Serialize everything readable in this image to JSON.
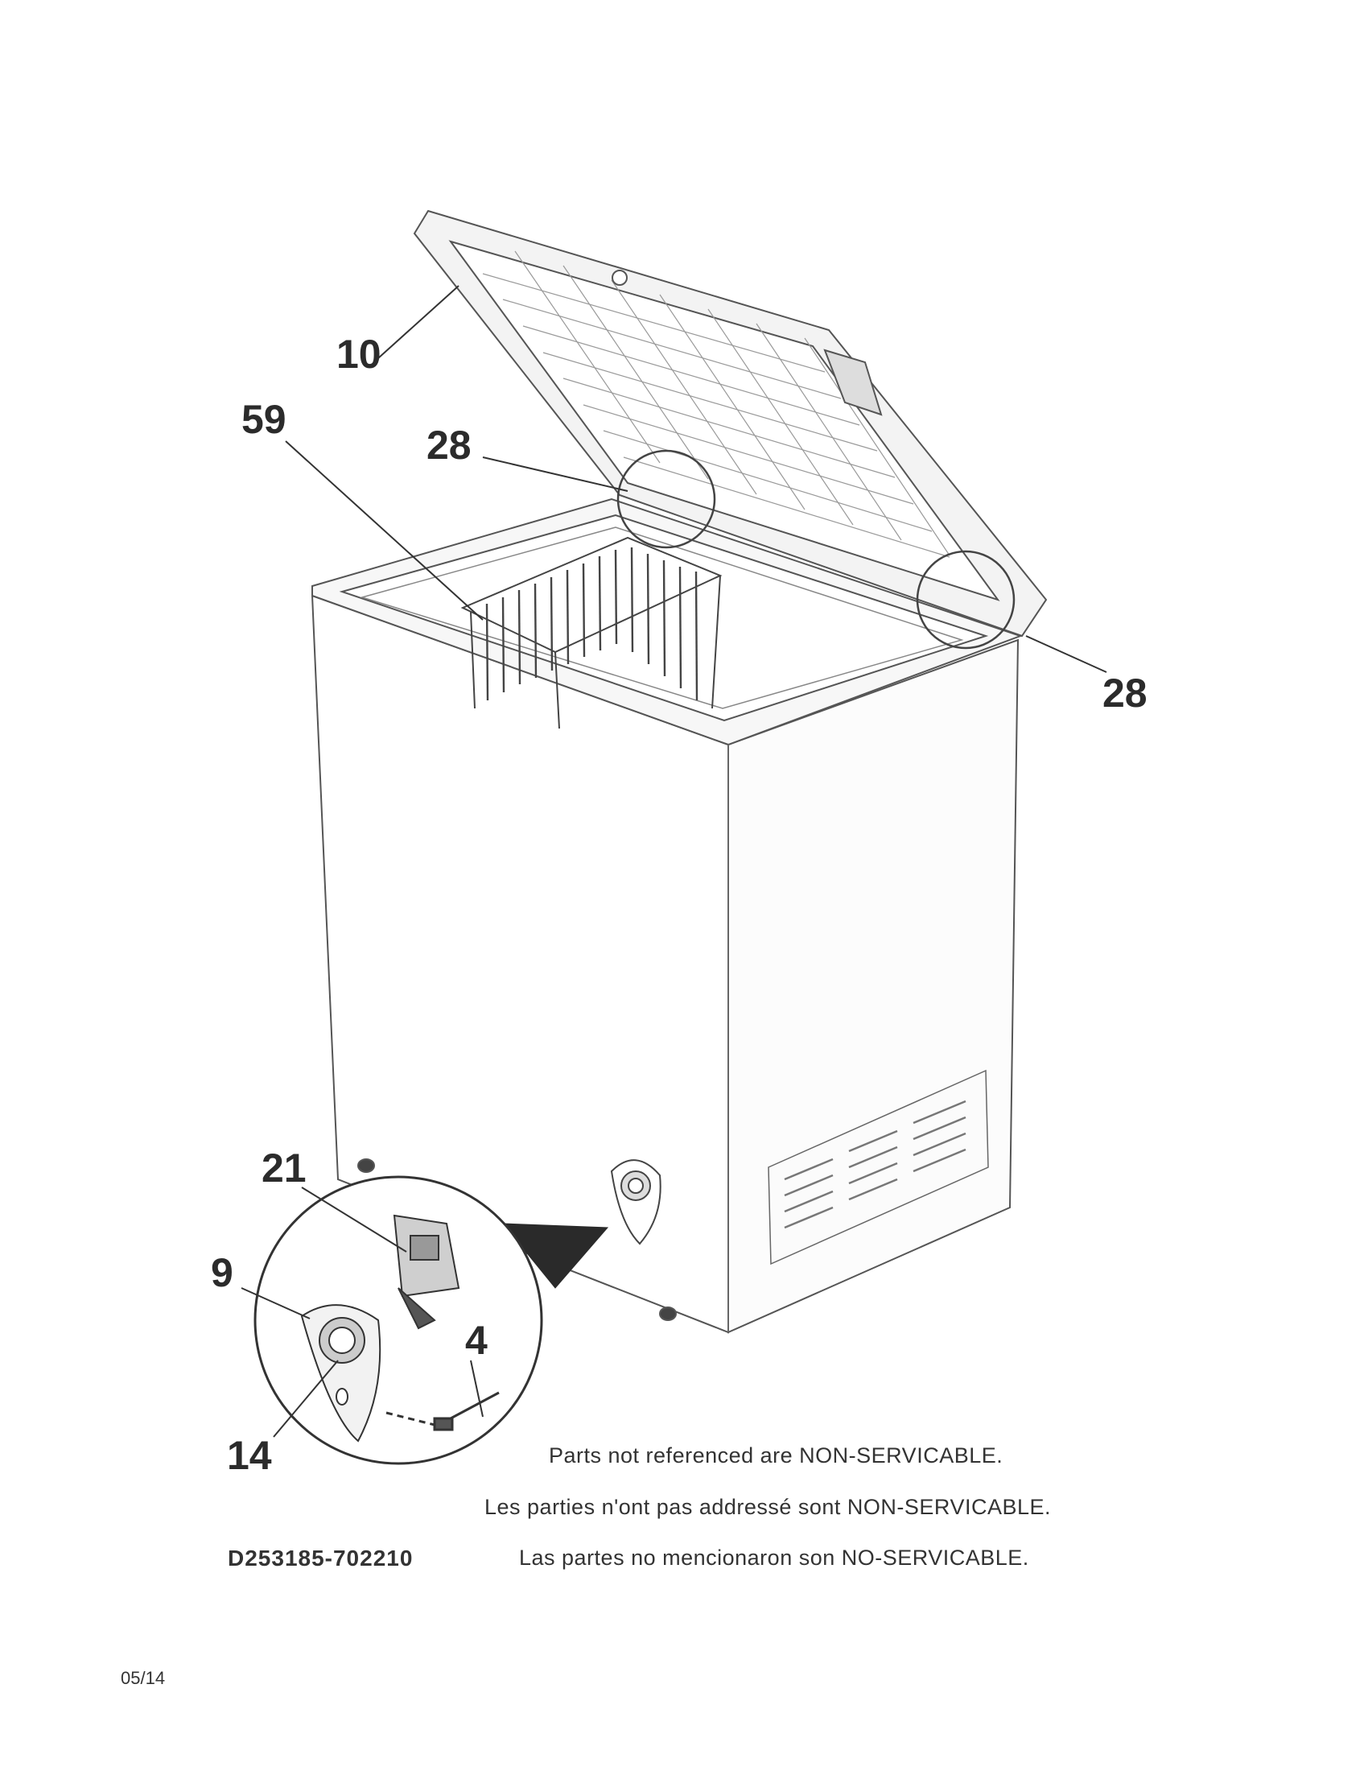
{
  "diagram": {
    "callouts": {
      "lid": "10",
      "basket": "59",
      "hinge_left": "28",
      "hinge_right": "28",
      "thermostat": "21",
      "control_housing": "9",
      "sensor": "4",
      "knob": "14"
    },
    "colors": {
      "line": "#555555",
      "fill_light": "#ffffff",
      "shade": "#e9e9e9",
      "dark": "#333333"
    }
  },
  "notes": {
    "english": "Parts not referenced are NON-SERVICABLE.",
    "french": "Les parties n'ont pas addressé sont NON-SERVICABLE.",
    "spanish": "Las partes no mencionaron son NO-SERVICABLE."
  },
  "document_code": "D253185-702210",
  "date": "05/14"
}
